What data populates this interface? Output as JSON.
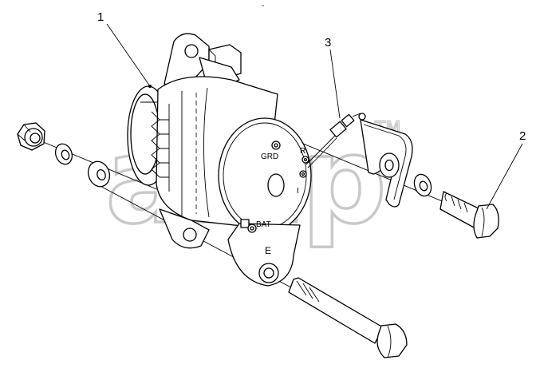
{
  "callouts": {
    "part1": "1",
    "part2": "2",
    "part3": "3"
  },
  "terminals": {
    "grd": "GRD",
    "r": "R",
    "i": "I",
    "bat": "BAT",
    "e": "E"
  },
  "watermark": {
    "text": "amp",
    "tm": "TM"
  },
  "top_mark": "-"
}
